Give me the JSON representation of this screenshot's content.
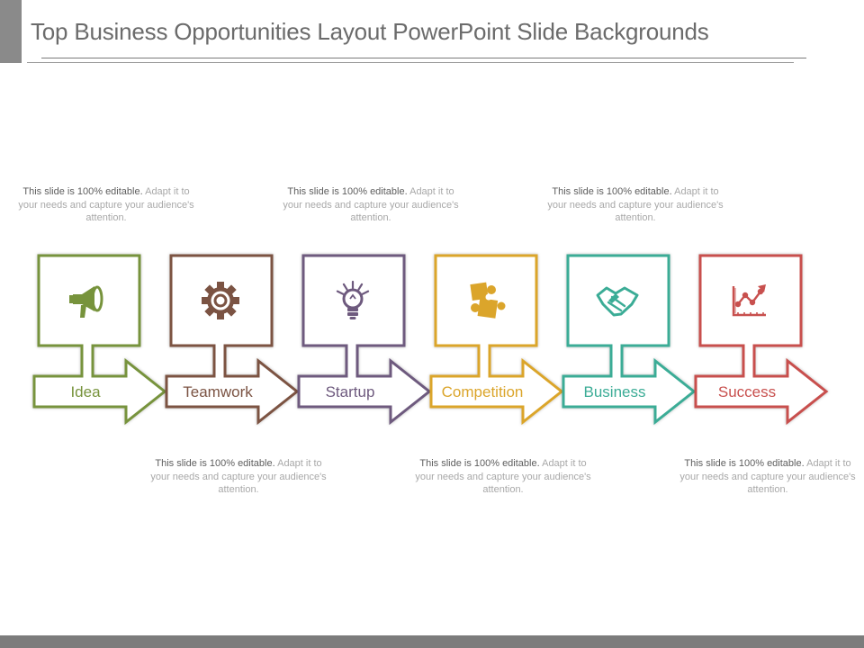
{
  "slide": {
    "title": "Top Business Opportunities Layout PowerPoint Slide Backgrounds"
  },
  "steps": [
    {
      "label": "Idea",
      "icon": "megaphone-icon",
      "color": "#77933c",
      "desc_lead": "This slide is 100% editable.",
      "desc_rest": " Adapt it to your needs and capture your audience's attention."
    },
    {
      "label": "Teamwork",
      "icon": "gear-icon",
      "color": "#7b5343",
      "desc_lead": "This slide is 100% editable.",
      "desc_rest": " Adapt it to your needs and capture your audience's attention."
    },
    {
      "label": "Startup",
      "icon": "lightbulb-icon",
      "color": "#6e5a7e",
      "desc_lead": "This slide is 100% editable.",
      "desc_rest": " Adapt it to your needs and capture your audience's attention."
    },
    {
      "label": "Competition",
      "icon": "puzzle-icon",
      "color": "#dba52b",
      "desc_lead": "This slide is 100% editable.",
      "desc_rest": " Adapt it to your needs and capture your audience's attention."
    },
    {
      "label": "Business",
      "icon": "handshake-icon",
      "color": "#3bac96",
      "desc_lead": "This slide is 100% editable.",
      "desc_rest": " Adapt it to your needs and capture your audience's attention."
    },
    {
      "label": "Success",
      "icon": "growth-chart-icon",
      "color": "#c8504e",
      "desc_lead": "This slide is 100% editable.",
      "desc_rest": " Adapt it to your needs and capture your audience's attention."
    }
  ]
}
